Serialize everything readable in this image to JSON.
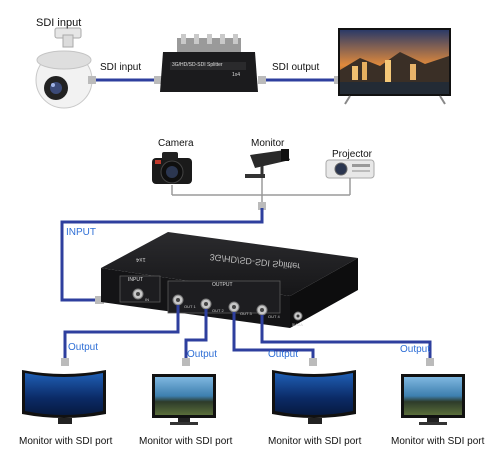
{
  "top": {
    "sdi_input_title": "SDI input",
    "sdi_input_cable": "SDI input",
    "sdi_output_cable": "SDI output",
    "splitter_face_text": "3G/HD/SD-SDI Splitter",
    "splitter_model": "1x4"
  },
  "sources": {
    "camera": "Camera",
    "monitor": "Monitor",
    "projector": "Projector"
  },
  "input_label": "INPUT",
  "device": {
    "top_text": "3G/HD/SD-SDI Splitter",
    "model": "1x4",
    "input_panel": "INPUT",
    "output_panel": "OUTPUT",
    "port_in": "IN",
    "port_out1": "OUT 1",
    "port_out2": "OUT 2",
    "port_out3": "OUT 3",
    "port_out4": "OUT 4",
    "power": "5V/2A"
  },
  "outputs": [
    {
      "cable_label": "Output",
      "monitor_label": "Monitor with SDI port"
    },
    {
      "cable_label": "Output",
      "monitor_label": "Monitor with SDI port"
    },
    {
      "cable_label": "Output",
      "monitor_label": "Monitor with SDI port"
    },
    {
      "cable_label": "Output",
      "monitor_label": "Monitor with SDI port"
    }
  ],
  "colors": {
    "cable": "#2e3f9e",
    "label_blue": "#2f6fd6",
    "device": "#1c1c1e"
  }
}
